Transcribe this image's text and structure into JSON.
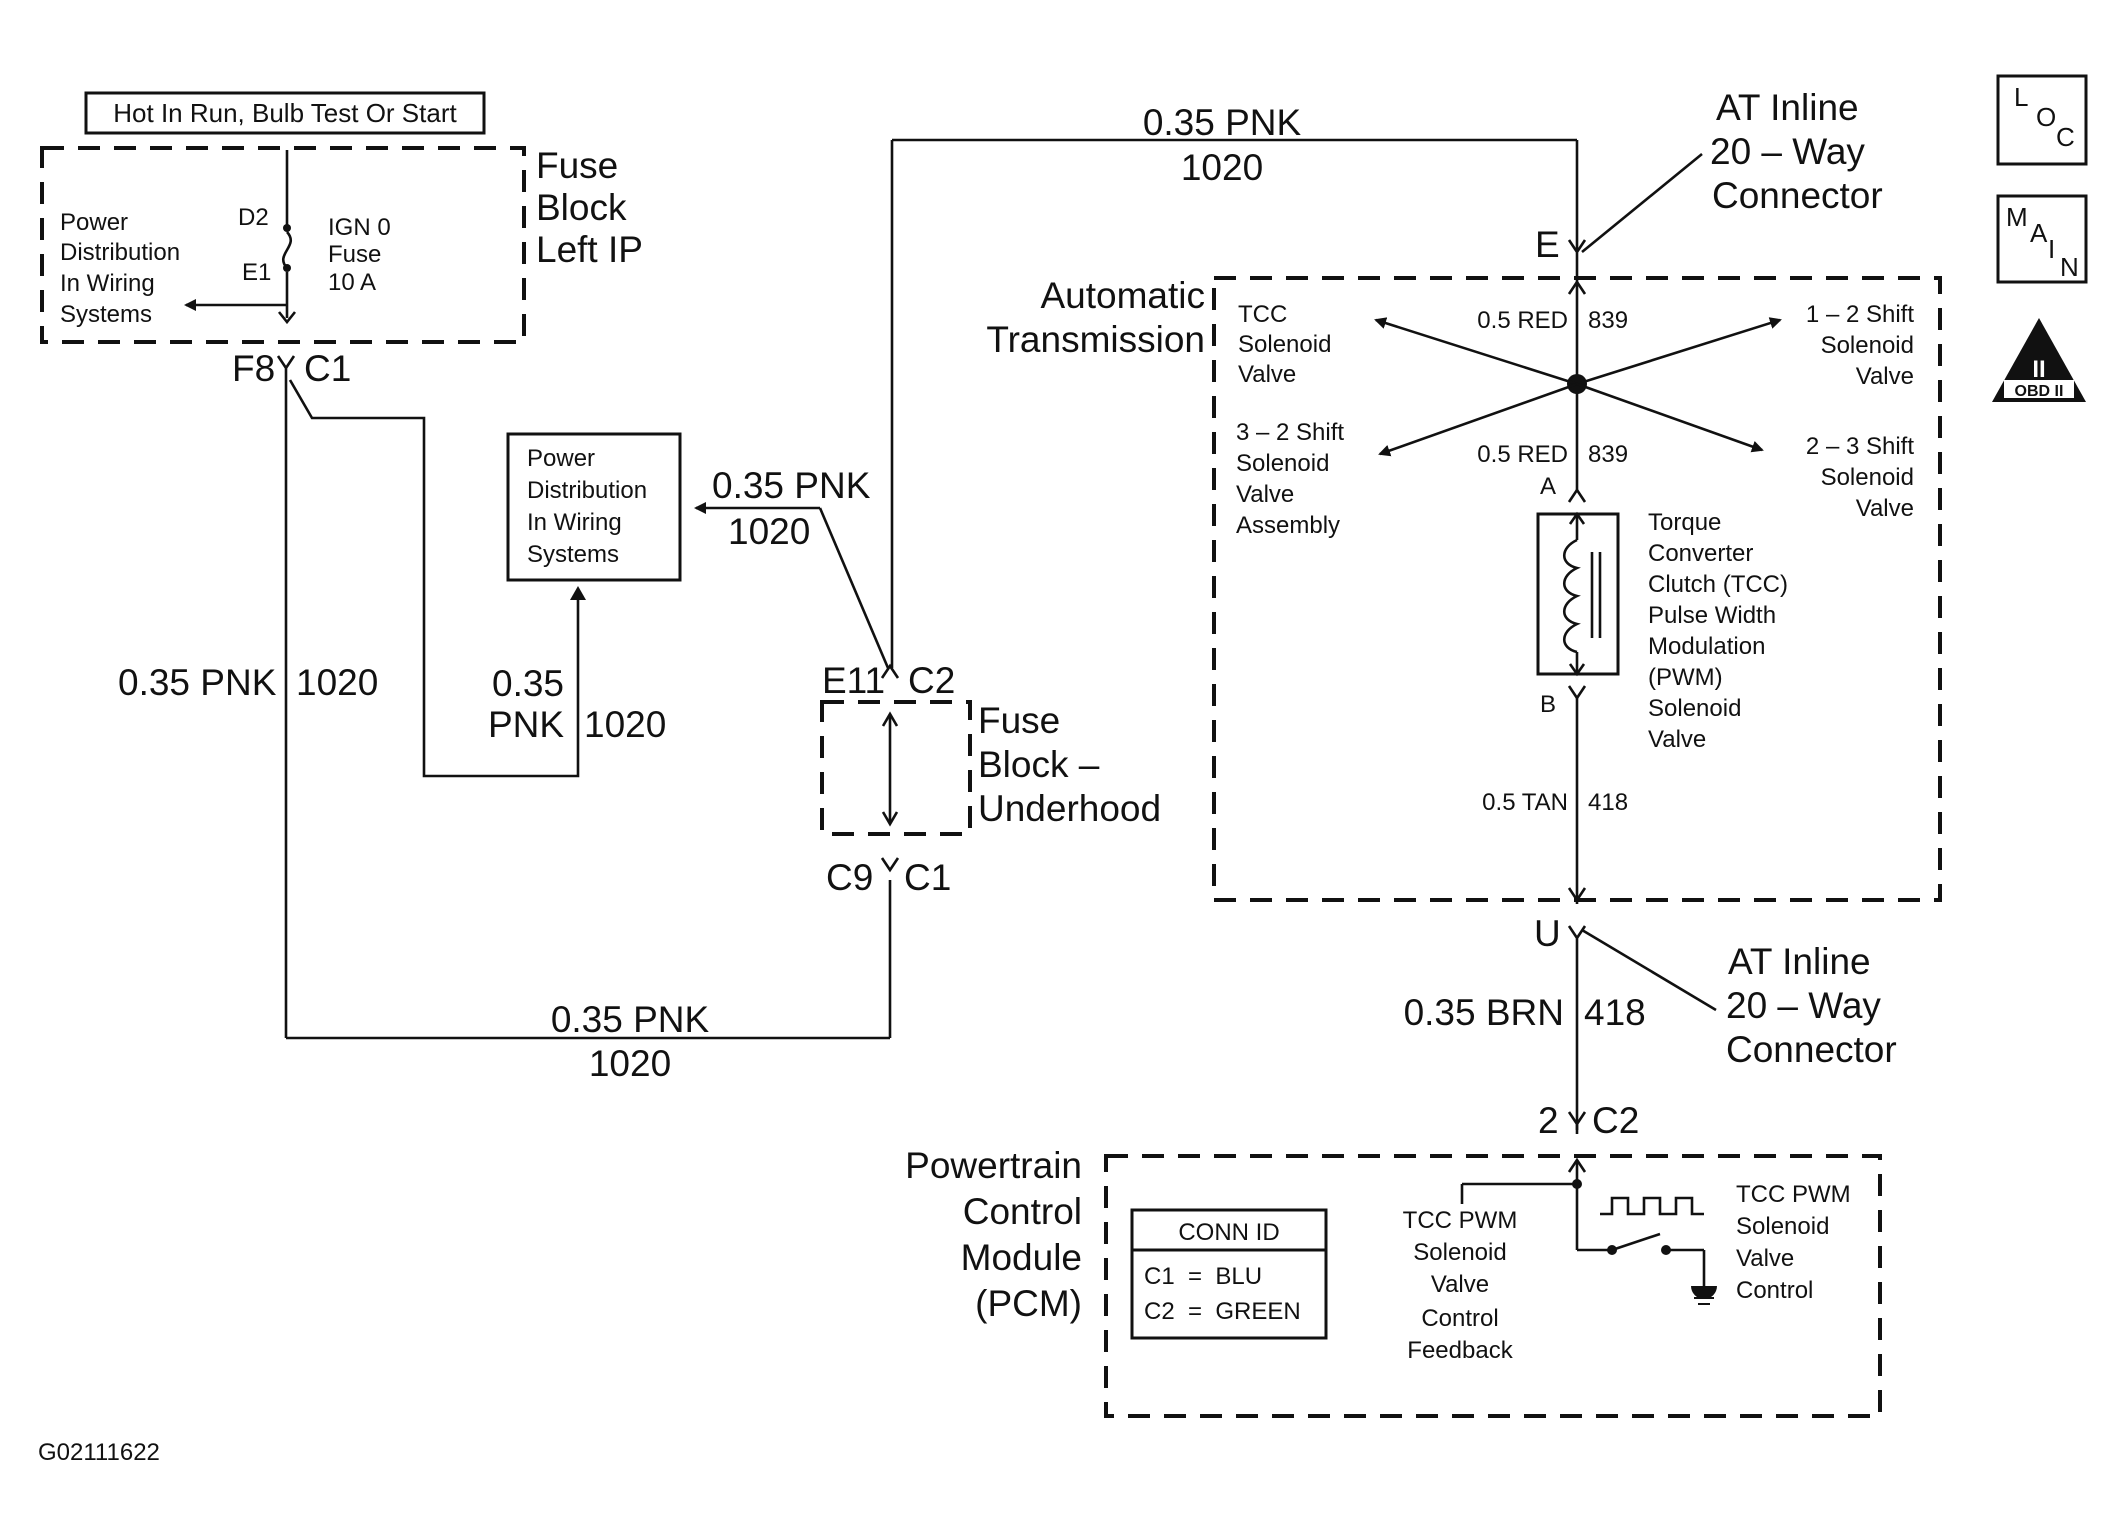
{
  "header_label": "Hot In Run, Bulb Test Or Start",
  "fuse_block_left": {
    "title": [
      "Fuse",
      "Block",
      "Left IP"
    ],
    "power_distribution": [
      "Power",
      "Distribution",
      "In Wiring",
      "Systems"
    ],
    "terminal_top": "D2",
    "terminal_bottom": "E1",
    "fuse": [
      "IGN 0",
      "Fuse",
      "10 A"
    ],
    "connector_pin": "F8",
    "connector": "C1"
  },
  "power_dist_box": [
    "Power",
    "Distribution",
    "In Wiring",
    "Systems"
  ],
  "wires": {
    "top_gauge": "0.35 PNK",
    "top_circuit": "1020",
    "left_gauge": "0.35 PNK",
    "left_circuit": "1020",
    "mid_gauge": [
      "0.35",
      "PNK"
    ],
    "mid_circuit": "1020",
    "pdist_gauge": "0.35 PNK",
    "pdist_circuit": "1020",
    "bottom_gauge": "0.35 PNK",
    "bottom_circuit": "1020",
    "pcm_gauge": "0.35 BRN",
    "pcm_circuit": "418"
  },
  "fuse_block_underhood": {
    "title": [
      "Fuse",
      "Block –",
      "Underhood"
    ],
    "top_pin": "E11",
    "top_connector": "C2",
    "bottom_pin": "C9",
    "bottom_connector": "C1"
  },
  "at_inline_top": {
    "label": [
      "AT Inline",
      "20 – Way",
      "Connector"
    ],
    "pin": "E"
  },
  "at_inline_bottom": {
    "label": [
      "AT Inline",
      "20 – Way",
      "Connector"
    ],
    "pin": "U"
  },
  "transmission": {
    "title": [
      "Automatic",
      "Transmission"
    ],
    "tcc_valve": [
      "TCC",
      "Solenoid",
      "Valve"
    ],
    "shift_32": [
      "3 – 2 Shift",
      "Solenoid",
      "Valve",
      "Assembly"
    ],
    "shift_12": [
      "1 – 2 Shift",
      "Solenoid",
      "Valve"
    ],
    "shift_23": [
      "2 – 3 Shift",
      "Solenoid",
      "Valve"
    ],
    "wire_top_gauge": "0.5 RED",
    "wire_top_circuit": "839",
    "wire_mid_gauge": "0.5 RED",
    "wire_mid_circuit": "839",
    "pin_a": "A",
    "pin_b": "B",
    "solenoid": [
      "Torque",
      "Converter",
      "Clutch (TCC)",
      "Pulse Width",
      "Modulation",
      "(PWM)",
      "Solenoid",
      "Valve"
    ],
    "wire_bottom_gauge": "0.5 TAN",
    "wire_bottom_circuit": "418"
  },
  "pcm": {
    "title": [
      "Powertrain",
      "Control",
      "Module",
      "(PCM)"
    ],
    "pin": "2",
    "connector": "C2",
    "conn_id_title": "CONN ID",
    "conn_id_rows": [
      "C1  =  BLU",
      "C2  =  GREEN"
    ],
    "feedback": [
      "TCC PWM",
      "Solenoid",
      "Valve",
      "Control",
      "Feedback"
    ],
    "control": [
      "TCC PWM",
      "Solenoid",
      "Valve",
      "Control"
    ]
  },
  "icons": {
    "loc": [
      "L",
      "O",
      "C"
    ],
    "main": [
      "M",
      "A",
      "I",
      "N"
    ],
    "obd": "OBD II",
    "obd_numeral": "II"
  },
  "figure_id": "G02111622"
}
